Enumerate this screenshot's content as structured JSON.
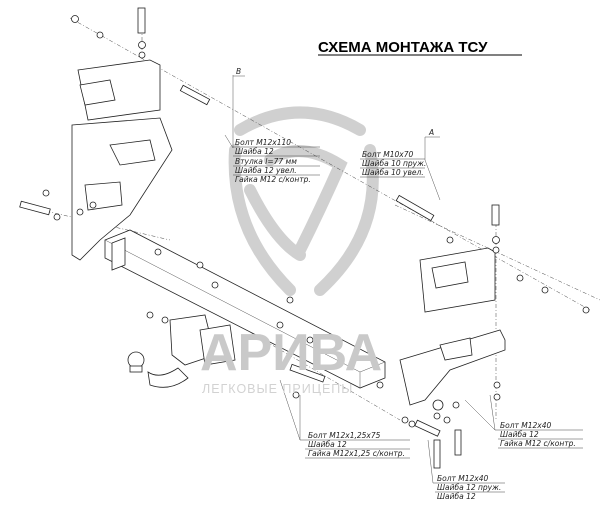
{
  "title": "СХЕМА МОНТАЖА ТСУ",
  "watermark": {
    "brand": "АРИВА",
    "tagline": "ЛЕГКОВЫЕ ПРИЦЕПЫ"
  },
  "callouts": {
    "b": {
      "marker": "В",
      "lines": [
        "Болт М12х110",
        "Шайба 12",
        "Втулка l=77 мм",
        "Шайба 12 увел.",
        "Гайка М12 с/контр."
      ]
    },
    "a": {
      "marker": "А",
      "lines": [
        "Болт М10х70",
        "Шайба 10 пруж.",
        "Шайба 10 увел."
      ]
    },
    "bottom_left": {
      "lines": [
        "Болт М12х1,25х75",
        "Шайба 12",
        "Гайка М12х1,25 с/контр."
      ]
    },
    "bottom_right": {
      "lines": [
        "Болт М12х40",
        "Шайба 12",
        "Гайка М12 с/контр."
      ]
    },
    "bottom_center": {
      "lines": [
        "Болт М12х40",
        "Шайба 12 пруж.",
        "Шайба 12"
      ]
    }
  }
}
